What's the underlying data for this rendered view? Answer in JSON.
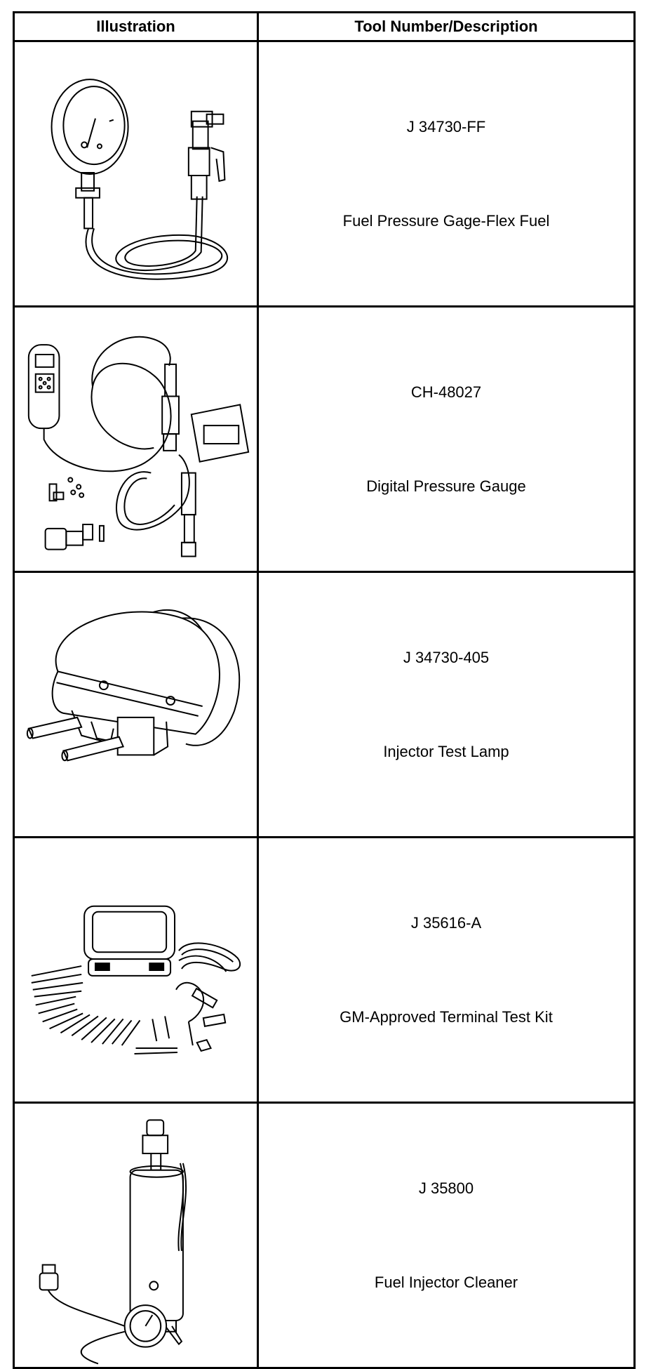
{
  "headers": {
    "illustration": "Illustration",
    "description": "Tool Number/Description"
  },
  "tools": [
    {
      "number": "J 34730-FF",
      "description": "Fuel Pressure Gage-Flex Fuel",
      "icon": "fuel-pressure-gage-icon"
    },
    {
      "number": "CH-48027",
      "description": "Digital Pressure Gauge",
      "icon": "digital-pressure-gauge-icon"
    },
    {
      "number": "J 34730-405",
      "description": "Injector Test Lamp",
      "icon": "injector-test-lamp-icon"
    },
    {
      "number": "J 35616-A",
      "description": "GM-Approved Terminal Test Kit",
      "icon": "terminal-test-kit-icon"
    },
    {
      "number": "J 35800",
      "description": "Fuel Injector Cleaner",
      "icon": "fuel-injector-cleaner-icon"
    }
  ]
}
